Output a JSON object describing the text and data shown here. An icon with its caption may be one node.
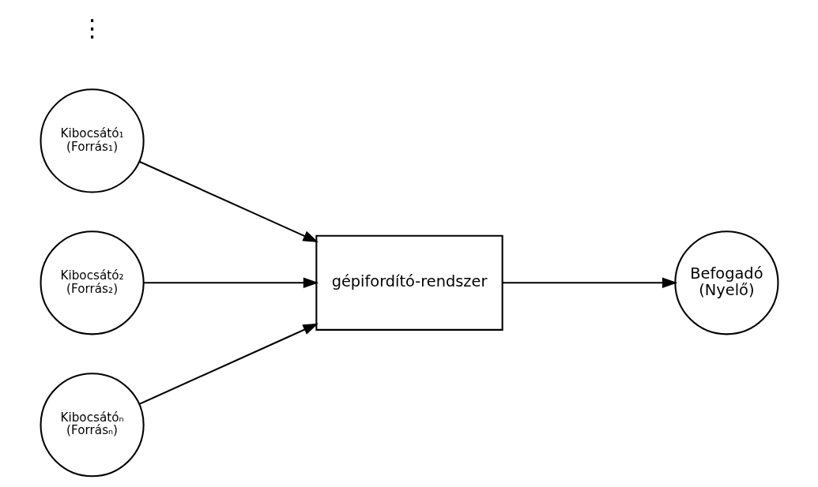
{
  "diagram": {
    "nodes": [
      {
        "text": [
          "Kibocsátó₁",
          "(Forrás₁)"
        ]
      },
      {
        "text": [
          "Kibocsátó₂",
          "(Forrás₂)"
        ]
      },
      {
        "text": [
          "Kibocsátóₙ",
          "(Forrásₙ)"
        ]
      },
      {
        "text": [
          "gépifordító-rendszer"
        ]
      },
      {
        "text": [
          "Befogadó",
          "(Nyelő)"
        ]
      }
    ],
    "edges": [
      {
        "from": 0,
        "to": 3,
        "arrow": "to"
      },
      {
        "from": 1,
        "to": 3,
        "arrow": "to"
      },
      {
        "from": 2,
        "to": 3,
        "arrow": "to"
      },
      {
        "from": 3,
        "to": 4,
        "arrow": "to"
      }
    ],
    "labels": [
      "⋮"
    ]
  }
}
